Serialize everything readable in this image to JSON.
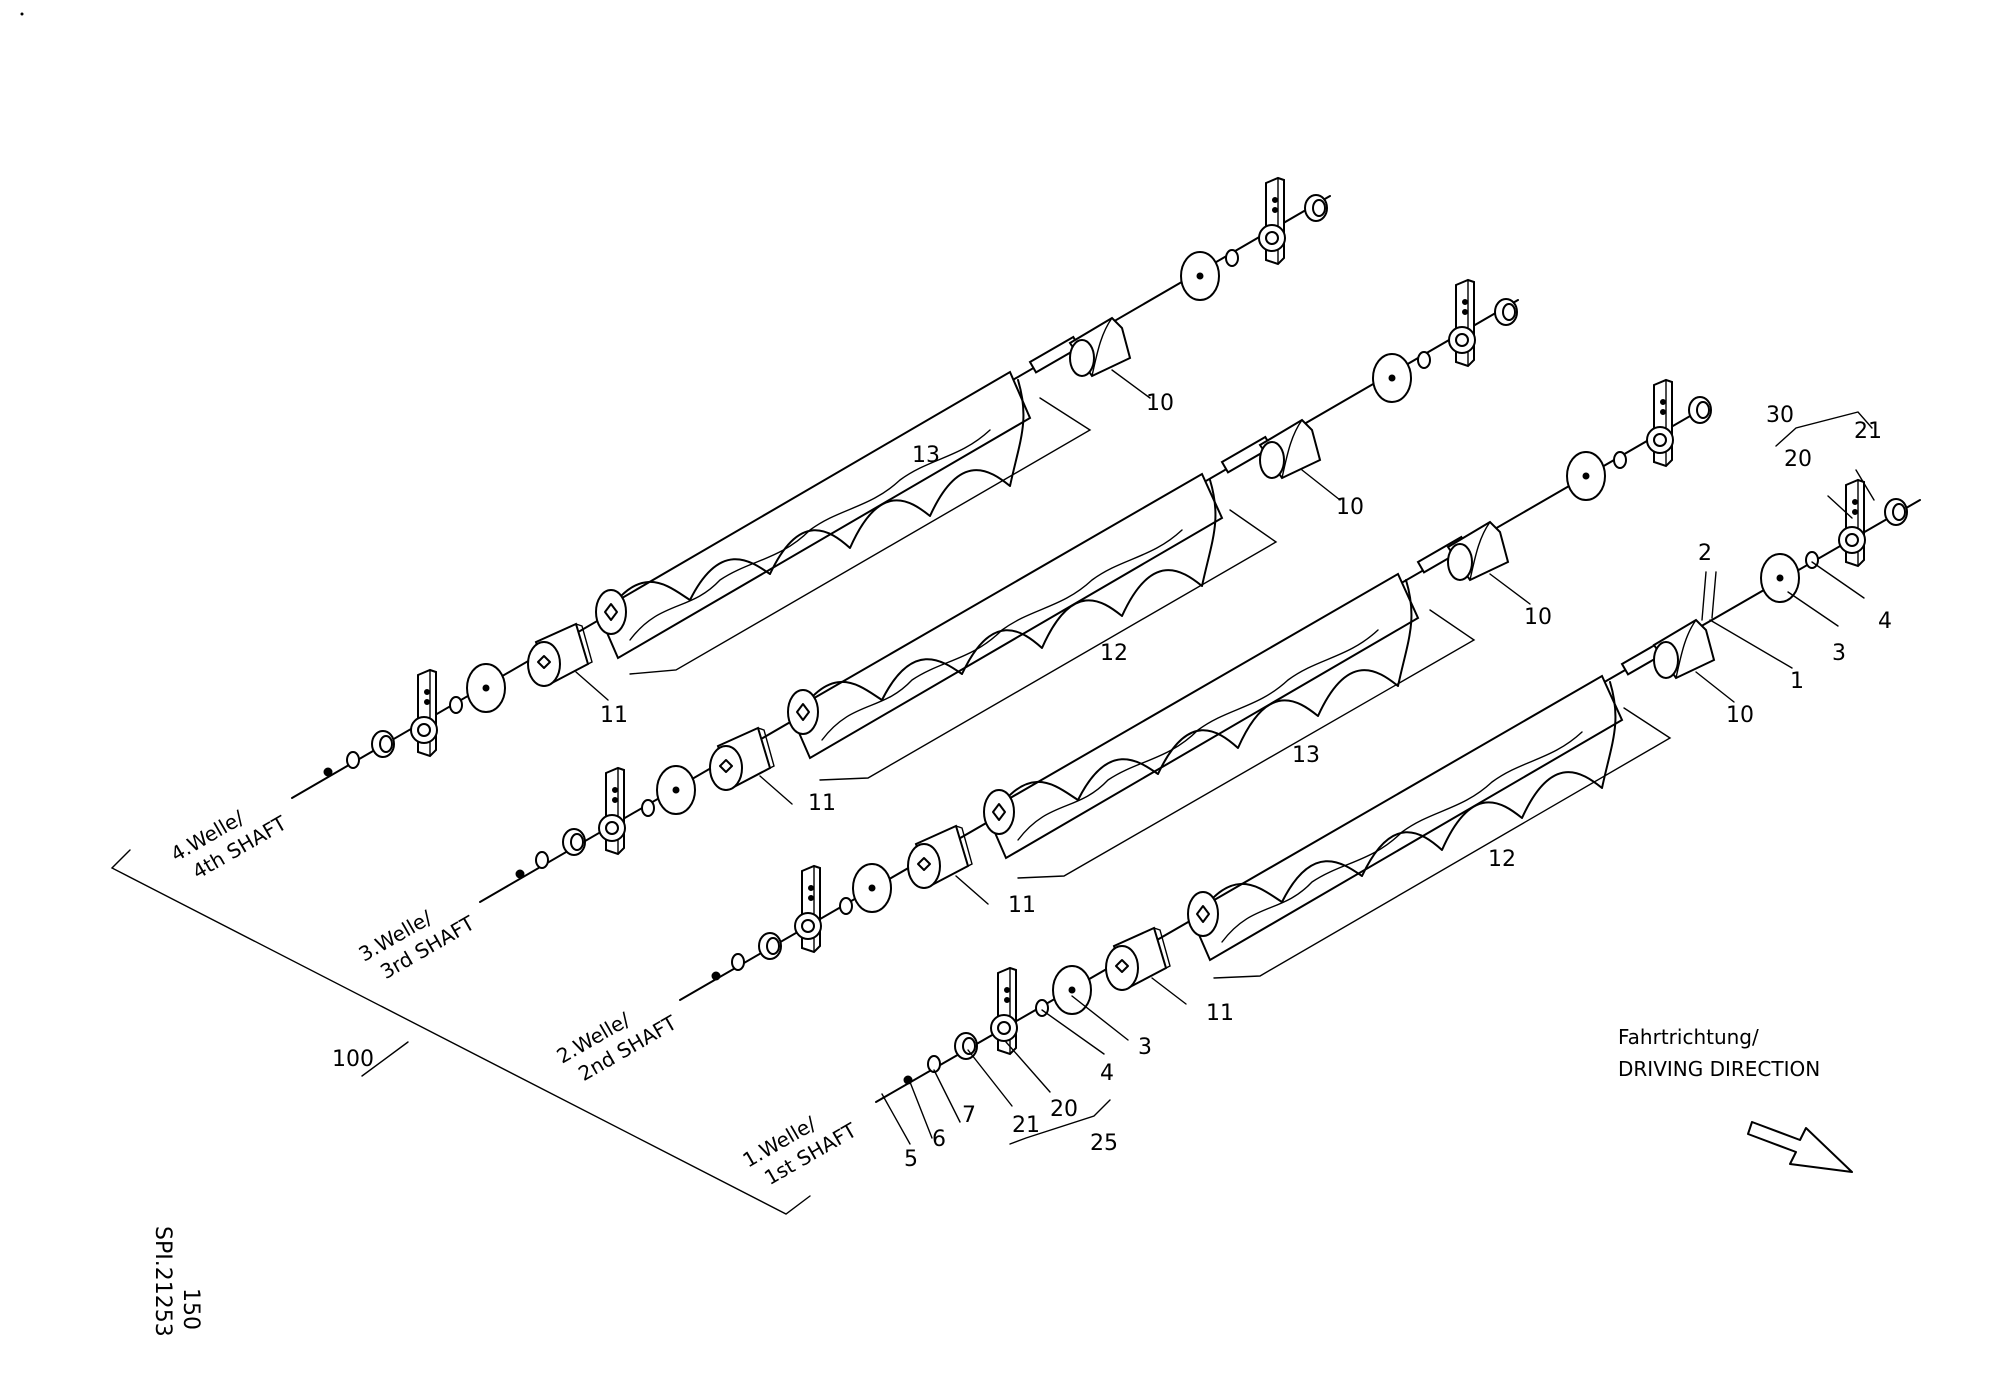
{
  "document": {
    "drawing_number": "SPI.21253",
    "page": "150"
  },
  "shafts": [
    {
      "label_line1": "1.Welle/",
      "label_line2": "1st SHAFT"
    },
    {
      "label_line1": "2.Welle/",
      "label_line2": "2nd SHAFT"
    },
    {
      "label_line1": "3.Welle/",
      "label_line2": "3rd SHAFT"
    },
    {
      "label_line1": "4.Welle/",
      "label_line2": "4th SHAFT"
    }
  ],
  "group_label": "100",
  "direction": {
    "line1": "Fahrtrichtung/",
    "line2": "DRIVING DIRECTION"
  },
  "callouts": {
    "c1": "1",
    "c2": "2",
    "c3": "3",
    "c4": "4",
    "c5": "5",
    "c6": "6",
    "c7": "7",
    "c10": "10",
    "c11": "11",
    "c12": "12",
    "c13": "13",
    "c20": "20",
    "c21": "21",
    "c25": "25",
    "c30": "30"
  }
}
